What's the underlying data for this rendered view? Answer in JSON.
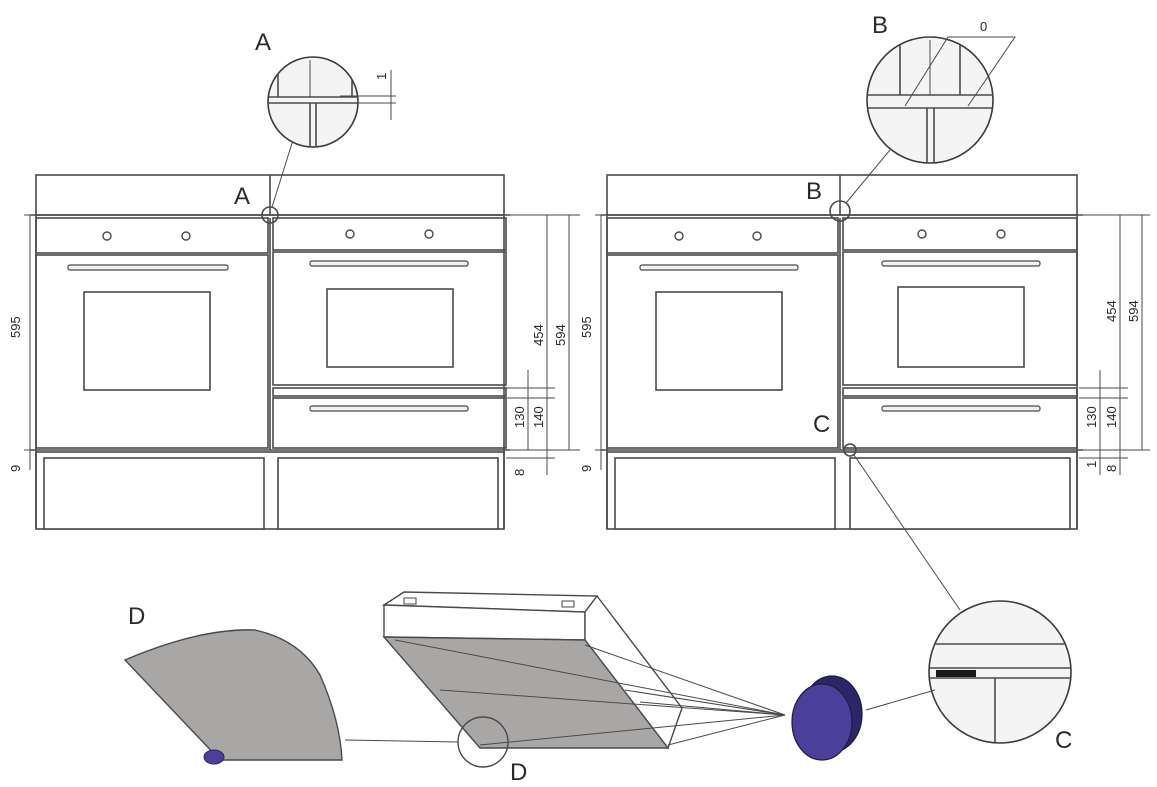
{
  "callouts": {
    "A": "A",
    "B": "B",
    "C": "C",
    "D": "D"
  },
  "detail_A": {
    "gap": "1"
  },
  "detail_B": {
    "gap": "0"
  },
  "left_unit": {
    "height_total": "595",
    "plinth_gap": "9",
    "oven_height": "454",
    "cabinet_height": "594",
    "drawer_inner": "130",
    "drawer_outer": "140",
    "bottom_gap": "8"
  },
  "right_unit": {
    "height_total": "595",
    "plinth_gap": "9",
    "oven_height": "454",
    "cabinet_height": "594",
    "drawer_inner": "130",
    "drawer_outer": "140",
    "bottom_gap": "8",
    "bottom_offset": "1"
  },
  "colors": {
    "line": "#4a4a4a",
    "panel_gray": "#a9a7a6",
    "plug_purple": "#4b3f9a",
    "plug_dark": "#2d2666"
  }
}
